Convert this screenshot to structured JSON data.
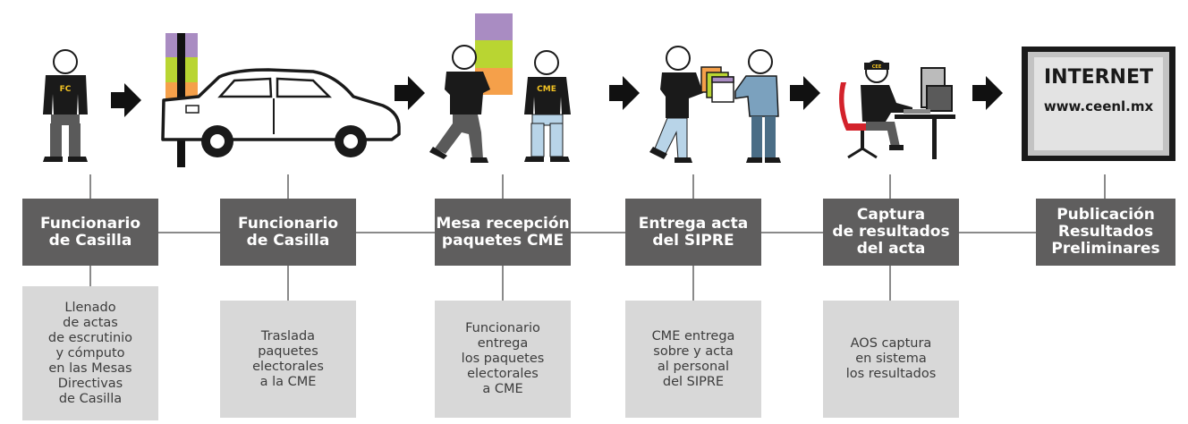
{
  "colors": {
    "title_bg": "#5f5e5e",
    "desc_bg": "#d8d8d8",
    "line": "#8a8a8a",
    "figure": "#1a1a1a",
    "pants": "#5a5a5a",
    "purple": "#a98cc2",
    "green": "#b9d532",
    "orange": "#f5a04a",
    "light_blue": "#b8d4e8",
    "steel_blue": "#7ba1be",
    "badge_text": "#f3c323",
    "chair_red": "#d3222b"
  },
  "icons": {
    "step1": "person-fc-icon",
    "step2": "car-with-packages-icon",
    "step3": "people-handing-packages-icon",
    "step4": "people-exchanging-envelope-icon",
    "step5": "person-at-computer-icon",
    "step6": "monitor-icon",
    "arrows": "arrow-right-icon"
  },
  "illustration_labels": {
    "fc_badge": "FC",
    "cme_badge": "CME",
    "cap_badge": "CEE"
  },
  "monitor": {
    "title": "INTERNET",
    "url": "www.ceenl.mx"
  },
  "steps": [
    {
      "title": "Funcionario\nde Casilla",
      "description": "Llenado\nde actas\nde escrutinio\ny cómputo\nen las Mesas\nDirectivas\nde Casilla"
    },
    {
      "title": "Funcionario\nde Casilla",
      "description": "Traslada\npaquetes\nelectorales\na la CME"
    },
    {
      "title": "Mesa recepción\npaquetes CME",
      "description": "Funcionario\nentrega\nlos paquetes\nelectorales\na CME"
    },
    {
      "title": "Entrega acta\ndel SIPRE",
      "description": "CME entrega\nsobre y acta\nal personal\ndel SIPRE"
    },
    {
      "title": "Captura\nde resultados\ndel acta",
      "description": "AOS captura\nen sistema\nlos resultados"
    },
    {
      "title": "Publicación\nResultados\nPreliminares",
      "description": ""
    }
  ]
}
